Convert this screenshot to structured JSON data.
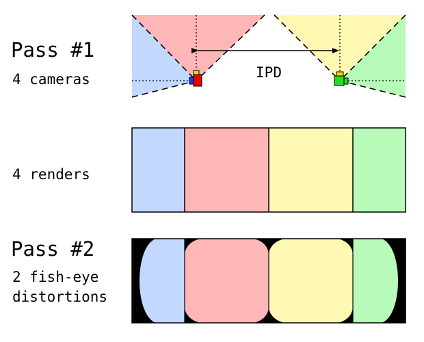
{
  "labels": {
    "pass1_title": "Pass #1",
    "pass1_sub": "4 cameras",
    "renders": "4 renders",
    "pass2_title": "Pass #2",
    "pass2_sub_line1": "2 fish-eye",
    "pass2_sub_line2": "distortions",
    "ipd": "IPD"
  },
  "colors": {
    "blue": "#c2d8ff",
    "red": "#ffb6b6",
    "yellow": "#fff9b3",
    "green": "#b8fab8",
    "camera_red": "#e60000",
    "camera_green": "#22dd22",
    "camera_blue": "#2233ee",
    "camera_yellow": "#f0dd00",
    "border": "#000000",
    "background": "#000000"
  },
  "renders": [
    "blue",
    "red",
    "yellow",
    "green"
  ],
  "fisheye": [
    "blue",
    "red",
    "yellow",
    "green"
  ]
}
